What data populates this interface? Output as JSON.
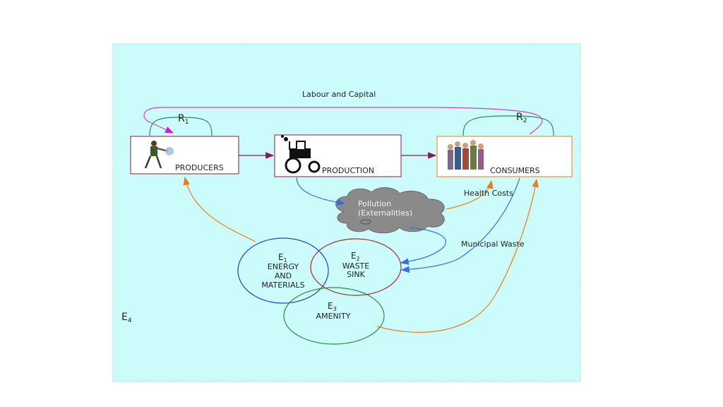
{
  "diagram": {
    "labour_capital": "Labour and Capital",
    "r1": "R",
    "r1_sub": "1",
    "r2": "R",
    "r2_sub": "2",
    "producers": "PRODUCERS",
    "production": "PRODUCTION",
    "consumers": "CONSUMERS",
    "pollution_line1": "Pollution",
    "pollution_line2": "(Externalities)",
    "health_costs": "Health Costs",
    "municipal_waste": "Municipal Waste",
    "e1_label": "E",
    "e1_sub": "1",
    "e1_line1": "ENERGY",
    "e1_line2": "AND",
    "e1_line3": "MATERIALS",
    "e2_label": "E",
    "e2_sub": "2",
    "e2_line1": "WASTE",
    "e2_line2": "SINK",
    "e3_label": "E",
    "e3_sub": "3",
    "e3_line1": "AMENITY",
    "e4_label": "E",
    "e4_sub": "4"
  },
  "colors": {
    "background": "#ccfbfb",
    "labour_arc": "#d040c0",
    "loop_green": "#2e8a5a",
    "flow_arrow": "#8b1a4a",
    "blue_flow": "#3a6ee0",
    "orange_flow": "#f07a1a",
    "e1_circle": "#2a3ec0",
    "e2_circle": "#a52a2a",
    "e3_circle": "#2e8a3a"
  }
}
